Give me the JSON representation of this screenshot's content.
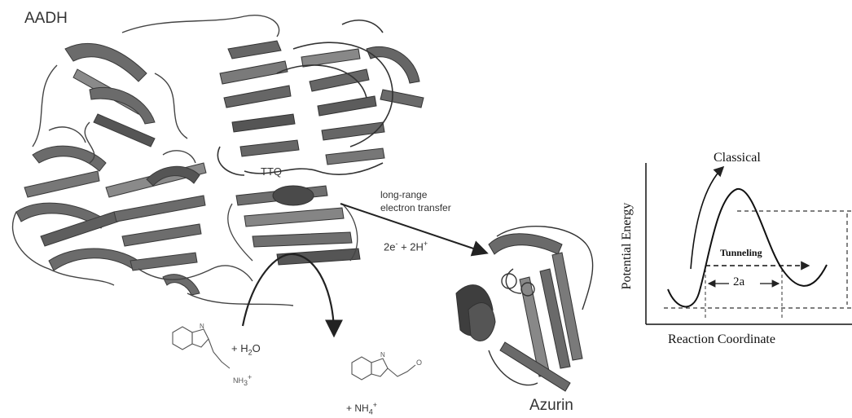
{
  "labels": {
    "enzyme": "AADH",
    "cofactor": "TTQ",
    "transfer_line1": "long-range",
    "transfer_line2": "electron transfer",
    "electrons_pre": "2e",
    "electrons_sup": "-",
    "electrons_mid": " + 2H",
    "protons_sup": "+",
    "water_pre": "+ H",
    "water_sub": "2",
    "water_post": "O",
    "amine_charge": "NH",
    "amine_sub": "3",
    "amine_sup": "+",
    "ammonium_pre": "+ NH",
    "ammonium_sub": "4",
    "ammonium_sup": "+",
    "aldehyde_o": "O",
    "indole_n1": "N",
    "indole_n2": "N",
    "protein2": "Azurin"
  },
  "energy_diagram": {
    "y_axis": "Potential Energy",
    "x_axis": "Reaction Coordinate",
    "classical": "Classical",
    "tunneling": "Tunneling",
    "width": "2a"
  }
}
